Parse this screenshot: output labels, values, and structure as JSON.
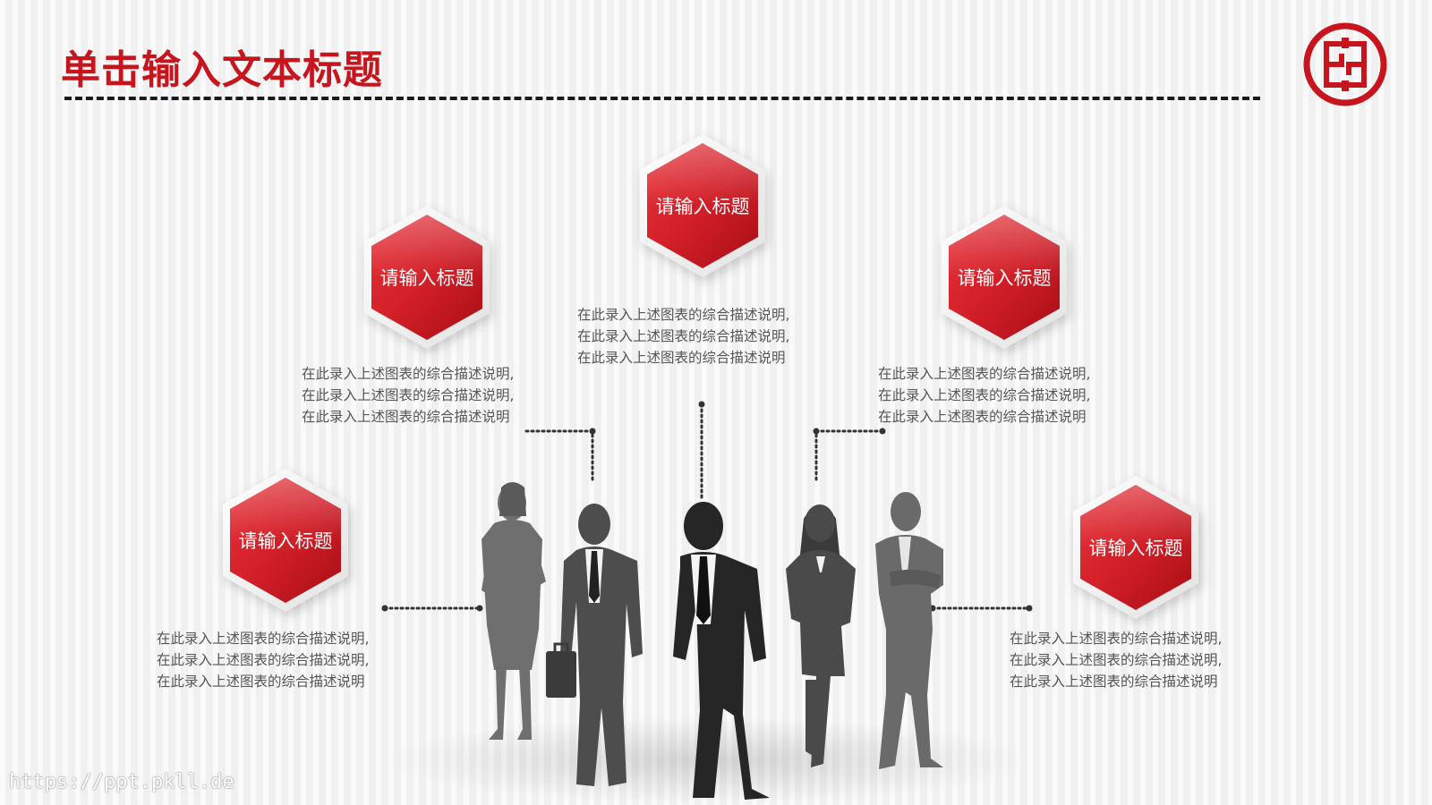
{
  "slide": {
    "title": "单击输入文本标题",
    "watermark": "https://ppt.pkll.de"
  },
  "hexagons": [
    {
      "label": "请输入标题",
      "lines": [
        "在此录入上述图表的综合描述说明,",
        "在此录入上述图表的综合描述说明,",
        "在此录入上述图表的综合描述说明"
      ]
    },
    {
      "label": "请输入标题",
      "lines": [
        "在此录入上述图表的综合描述说明,",
        "在此录入上述图表的综合描述说明,",
        "在此录入上述图表的综合描述说明"
      ]
    },
    {
      "label": "请输入标题",
      "lines": [
        "在此录入上述图表的综合描述说明,",
        "在此录入上述图表的综合描述说明,",
        "在此录入上述图表的综合描述说明"
      ]
    },
    {
      "label": "请输入标题",
      "lines": [
        "在此录入上述图表的综合描述说明,",
        "在此录入上述图表的综合描述说明,",
        "在此录入上述图表的综合描述说明"
      ]
    },
    {
      "label": "请输入标题",
      "lines": [
        "在此录入上述图表的综合描述说明,",
        "在此录入上述图表的综合描述说明,",
        "在此录入上述图表的综合描述说明"
      ]
    }
  ],
  "colors": {
    "accent": "#c8151d",
    "text": "#555555",
    "rule": "#1a1a1a",
    "silhouette_dark": "#2a2a2a",
    "silhouette_mid": "#555555",
    "silhouette_light": "#6e6e6e"
  },
  "icons": {
    "logo": "icbc-logo-icon"
  }
}
